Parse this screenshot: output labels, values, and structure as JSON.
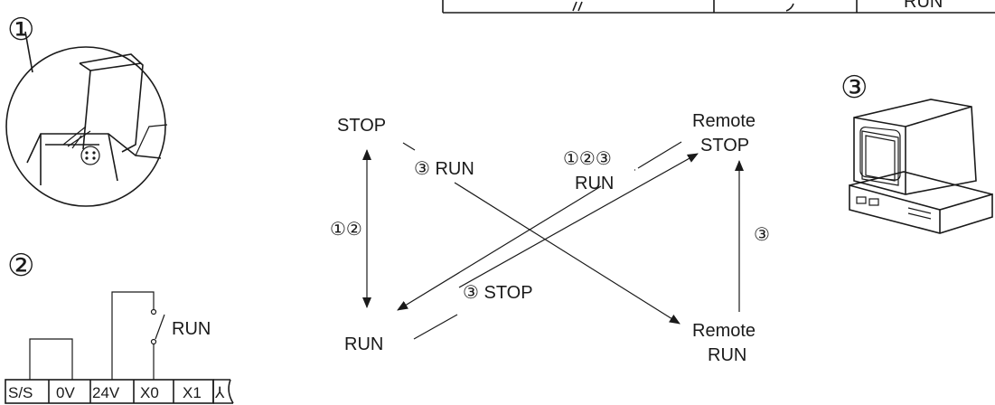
{
  "markers": {
    "m1": "①",
    "m2": "②",
    "m3": "③"
  },
  "table_fragment": {
    "cell_text": "RUN"
  },
  "states": {
    "stop": "STOP",
    "run": "RUN",
    "remote_stop_line1": "Remote",
    "remote_stop_line2": "STOP",
    "remote_run_line1": "Remote",
    "remote_run_line2": "RUN"
  },
  "transitions": {
    "stop_run_vertical": "①②",
    "stop_to_remote_run": "③ RUN",
    "run_to_remote_stop_line1": "①②③",
    "run_to_remote_stop_line2": "RUN",
    "remote_run_to_run": "③ STOP",
    "remote_vertical": "③"
  },
  "wiring": {
    "switch_label": "RUN",
    "terminals": [
      "S/S",
      "0V",
      "24V",
      "X0",
      "X1",
      "⅄"
    ]
  }
}
